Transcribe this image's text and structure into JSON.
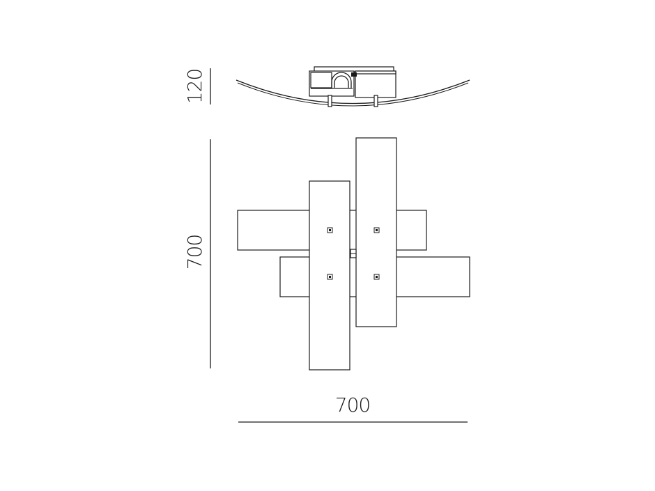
{
  "dimensions": {
    "height_label": "120",
    "vertical_label": "700",
    "horizontal_label": "700"
  },
  "colors": {
    "stroke": "#1a1a1a",
    "background": "#ffffff"
  }
}
